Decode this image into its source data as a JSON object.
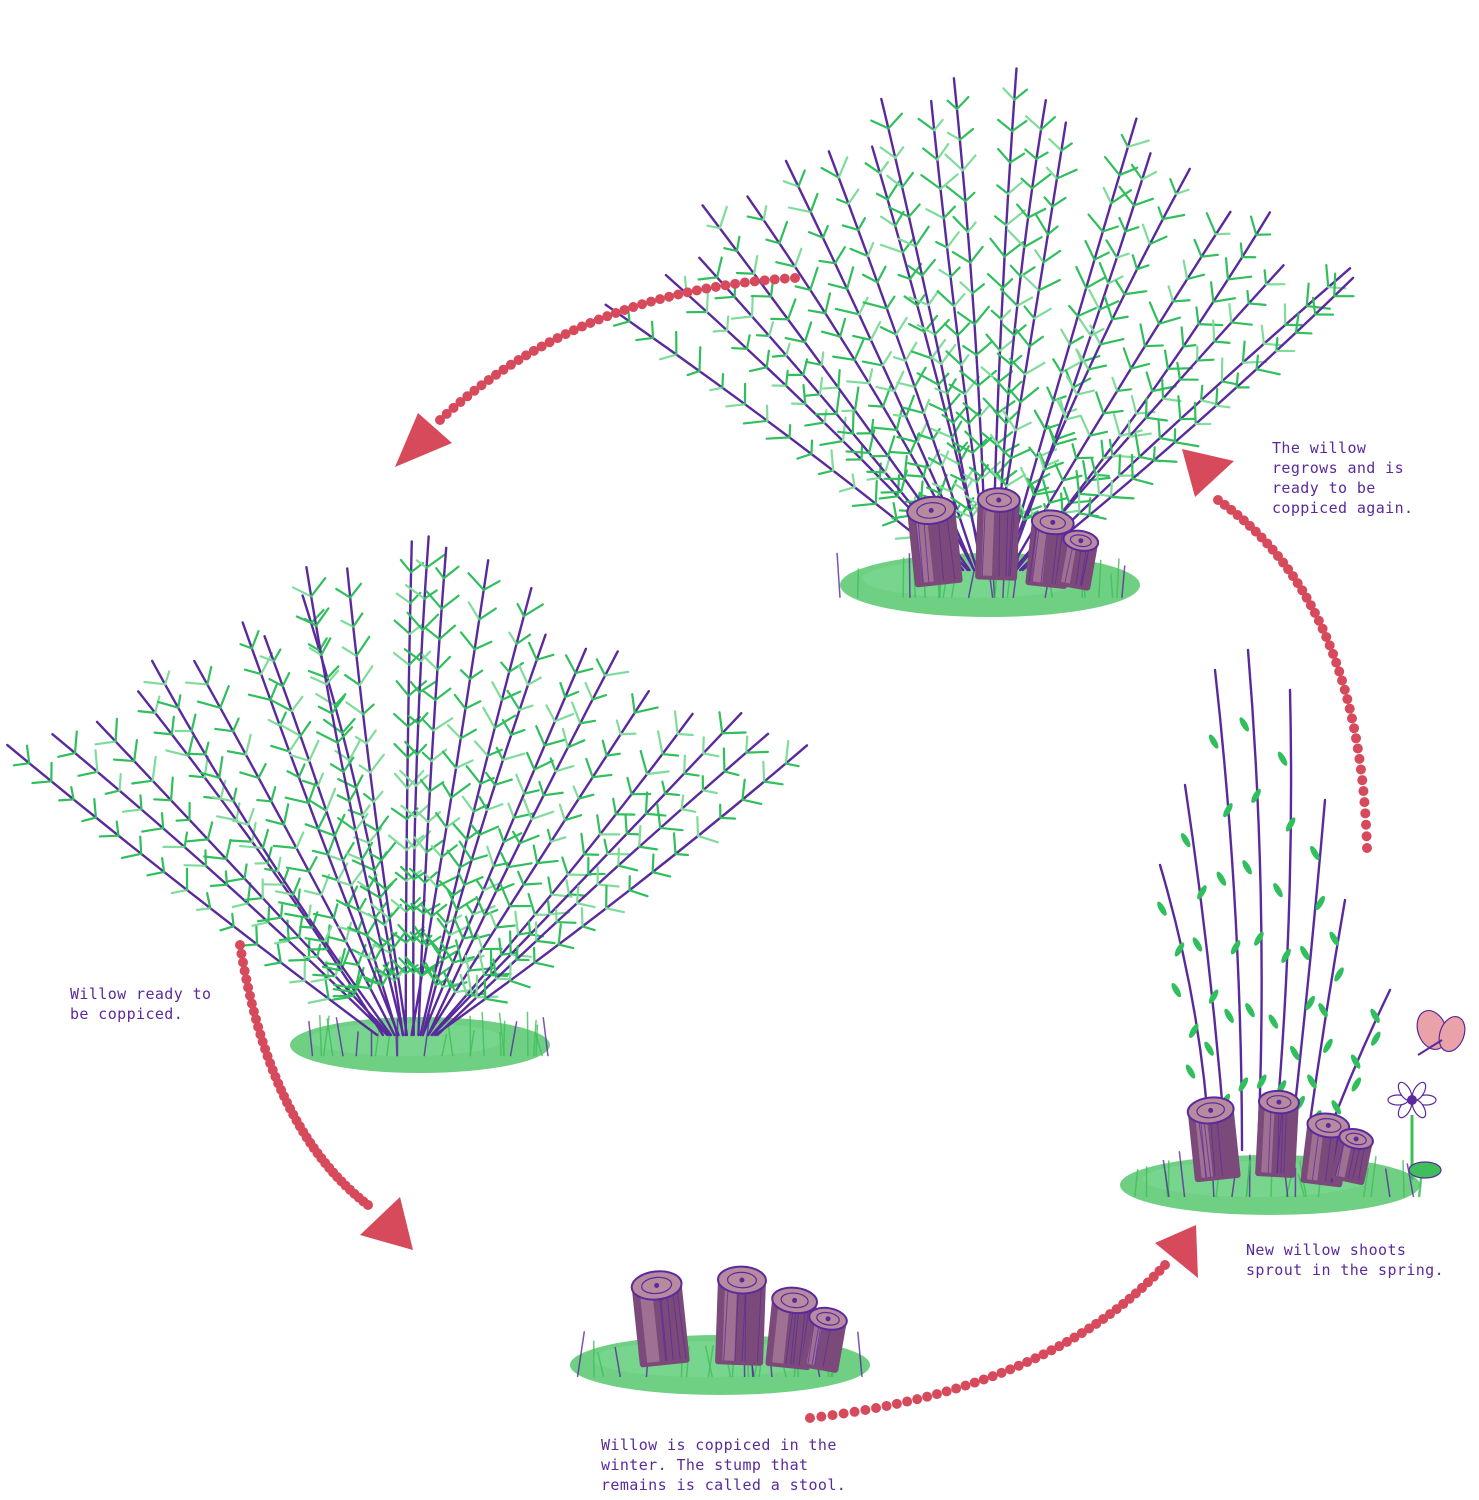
{
  "diagram": {
    "colors": {
      "leaf": "#2fbf5c",
      "leaf_light": "#7fdc9a",
      "stem": "#5a2a9c",
      "stump": "#7b4a7a",
      "stump_light": "#b78aa0",
      "ground": "#3fbf5a",
      "arrow": "#d64a5c",
      "text": "#5a2a9c",
      "butterfly": "#e9a2a8"
    },
    "stages": [
      {
        "id": "ready",
        "caption": "Willow ready to\nbe coppiced."
      },
      {
        "id": "winter",
        "caption": "Willow is coppiced in the\nwinter. The stump that\nremains is called a stool."
      },
      {
        "id": "spring",
        "caption": "New willow shoots\nsprout in the spring."
      },
      {
        "id": "regrow",
        "caption": "The willow\nregrows and is\nready to be\ncoppiced again."
      }
    ]
  }
}
